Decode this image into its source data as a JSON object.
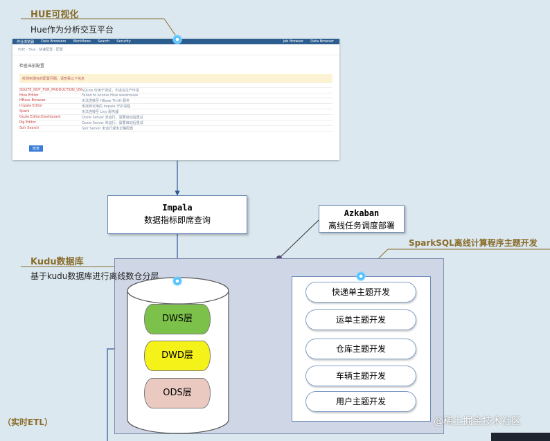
{
  "hue": {
    "title": "HUE可视化",
    "subtitle": "Hue作为分析交互平台"
  },
  "hue_screen": {
    "nav_items": [
      "作业浏览器",
      "Data Browsers",
      "Workflows",
      "Search",
      "Security"
    ],
    "nav_right": [
      "Job Browser",
      "Data Browser"
    ],
    "breadcrumb": "HUE · Hue · 快速配置 · 配置",
    "section_title": "检查当前配置",
    "warning": "检测到潜在的配置问题，请查看以下信息",
    "rows": [
      {
        "k": "SQLITE_NOT_FOR_PRODUCTION_USE",
        "v": "SQLite 仅用于测试，不适合生产环境"
      },
      {
        "k": "Hive Editor",
        "v": "Failed to access Hive warehouse"
      },
      {
        "k": "HBase Browser",
        "v": "无法连接至 HBase Thrift 服务"
      },
      {
        "k": "Impala Editor",
        "v": "未找到可用的 Impala 守护进程"
      },
      {
        "k": "Spark",
        "v": "无法连接至 Livy 服务器"
      },
      {
        "k": "Oozie Editor/Dashboard",
        "v": "Oozie Server 未运行，需要启动后重试"
      },
      {
        "k": "Pig Editor",
        "v": "Oozie Server 未运行，需要启动后重试"
      },
      {
        "k": "Solr Search",
        "v": "Solr Server 未运行或未正确配置"
      }
    ],
    "button": "检查"
  },
  "impala": {
    "title": "Impala",
    "subtitle": "数据指标即席查询"
  },
  "azkaban": {
    "title": "Azkaban",
    "subtitle": "离线任务调度部署"
  },
  "sparksql": {
    "title": "SparkSQL离线计算程序主题开发"
  },
  "kudu": {
    "title": "Kudu数据库",
    "subtitle": "基于kudu数据库进行离线数仓分层"
  },
  "layers": {
    "dws": "DWS层",
    "dwd": "DWD层",
    "ods": "ODS层"
  },
  "topics": [
    "快递单主题开发",
    "运单主题开发",
    "仓库主题开发",
    "车辆主题开发",
    "用户主题开发"
  ],
  "etl": {
    "label": "（实时ETL）"
  },
  "watermark": "@稀土掘金技术社区",
  "colors": {
    "dws": "#7cc24a",
    "dwd": "#f5f21a",
    "ods": "#eac9c1",
    "accent": "#8a6d2b",
    "region": "#d0d8e6"
  }
}
